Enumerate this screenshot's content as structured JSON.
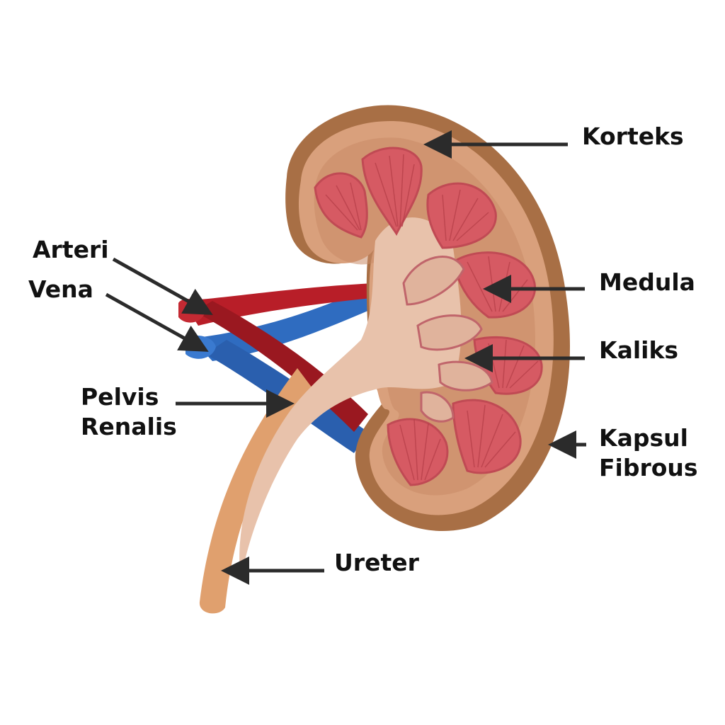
{
  "labels": {
    "korteks": "Korteks",
    "arteri": "Arteri",
    "vena": "Vena",
    "medula": "Medula",
    "kaliks": "Kaliks",
    "pelvis_line1": "Pelvis",
    "pelvis_line2": "Renalis",
    "kapsul_line1": "Kapsul",
    "kapsul_line2": "Fibrous",
    "ureter": "Ureter"
  },
  "colors": {
    "capsule": "#a86f45",
    "cortex": "#d9a07c",
    "cortex_inner": "#c98a66",
    "medulla_pyramid": "#d65a63",
    "medulla_stripe": "#b8404a",
    "pelvis": "#e8c2ab",
    "ureter": "#e0a06e",
    "artery": "#b81e28",
    "vein": "#2f6cc0",
    "arrow": "#2b2b2b"
  }
}
